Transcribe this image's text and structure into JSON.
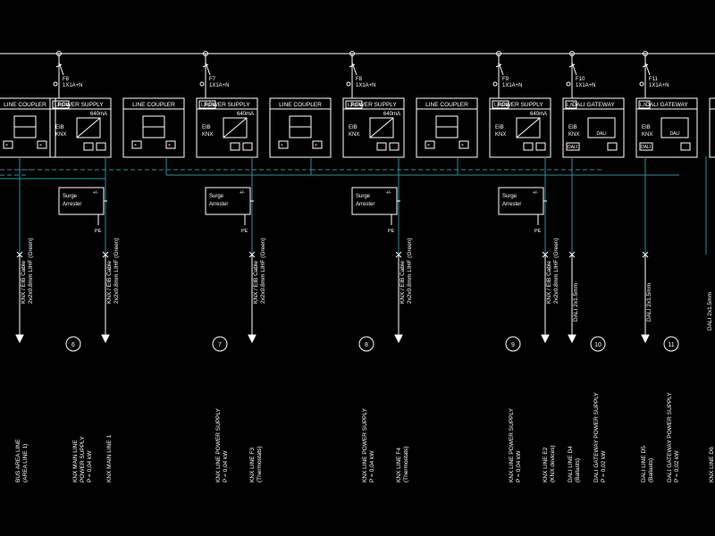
{
  "breakers": [
    {
      "id": "b-f8",
      "label": "F8",
      "rating": "1X1A+N"
    },
    {
      "id": "b-f7",
      "label": "F7",
      "rating": "1X1A+N"
    },
    {
      "id": "b-f8b",
      "label": "F8",
      "rating": "1X1A+N"
    },
    {
      "id": "b-f9",
      "label": "F9",
      "rating": "1X1A+N"
    },
    {
      "id": "b-f10",
      "label": "F10",
      "rating": "1X1A+N"
    },
    {
      "id": "b-f11",
      "label": "F11",
      "rating": "1X1A+N"
    }
  ],
  "modules": [
    {
      "type": "coupler",
      "title": "LINE COUPLER"
    },
    {
      "type": "power",
      "title": "POWER SUPPLY",
      "sub": "640mA",
      "inLabel": "L,N,PE"
    },
    {
      "type": "coupler",
      "title": "LINE COUPLER"
    },
    {
      "type": "power",
      "title": "POWER SUPPLY",
      "sub": "640mA",
      "inLabel": "L,N,PE"
    },
    {
      "type": "coupler",
      "title": "LINE COUPLER"
    },
    {
      "type": "power",
      "title": "POWER SUPPLY",
      "sub": "640mA",
      "inLabel": "L,N,PE"
    },
    {
      "type": "coupler",
      "title": "LINE COUPLER"
    },
    {
      "type": "power",
      "title": "POWER SUPPLY",
      "sub": "640mA",
      "inLabel": "L,N,PE"
    },
    {
      "type": "dali",
      "title": "DALI GATEWAY",
      "inLabel": "L,N"
    },
    {
      "type": "dali",
      "title": "DALI GATEWAY",
      "inLabel": "L,N"
    },
    {
      "type": "power",
      "title": "POW"
    }
  ],
  "module_labels": {
    "eib": "EIB",
    "knx": "KNX",
    "dali": "DALI",
    "dali_box": "DALI"
  },
  "surge": {
    "line1": "Surge",
    "line2": "Arrester",
    "pe": "PE",
    "pm": "+/-"
  },
  "cables": {
    "knx": "KNX / EIB Cable",
    "knx_spec": "2x2x0.8mm LIHF (Green)",
    "dali": "DALI 2x1.5mm",
    "dali_cont": "DALI 2x1.5mm"
  },
  "circuits": [
    {
      "num": "6"
    },
    {
      "num": "7"
    },
    {
      "num": "8"
    },
    {
      "num": "9"
    },
    {
      "num": "10"
    },
    {
      "num": "11"
    }
  ],
  "descriptions": [
    {
      "id": "d1",
      "lines": [
        "BUS AREA LINE",
        "(AREA LINE 1)"
      ]
    },
    {
      "id": "d2",
      "lines": [
        "KNX MAIN LINE",
        "POWER SUPPLY",
        "P = 0,04 kW"
      ]
    },
    {
      "id": "d3",
      "lines": [
        "KNX MAIN LINE 1"
      ]
    },
    {
      "id": "d4",
      "lines": [
        "KNX LINE POWER SUPPLY",
        "P = 0,04 kW"
      ]
    },
    {
      "id": "d5",
      "lines": [
        "KNX LINE F3",
        "(Thermostats)"
      ]
    },
    {
      "id": "d6",
      "lines": [
        "KNX LINE POWER SUPPLY",
        "P = 0,04 kW"
      ]
    },
    {
      "id": "d7",
      "lines": [
        "KNX LINE F4",
        "(Thermostats)"
      ]
    },
    {
      "id": "d8",
      "lines": [
        "KNX LINE POWER SUPPLY",
        "P = 0,04 kW"
      ]
    },
    {
      "id": "d9",
      "lines": [
        "KNX LINE E2",
        "(KNX devices)"
      ]
    },
    {
      "id": "d10",
      "lines": [
        "DALI LINE D4",
        "(Ballasts)"
      ]
    },
    {
      "id": "d11",
      "lines": [
        "DALI GATEWAY POWER SUPPLY",
        "P = 0,02 kW"
      ]
    },
    {
      "id": "d12",
      "lines": [
        "DALI LINE D5",
        "(Ballasts)"
      ]
    },
    {
      "id": "d13",
      "lines": [
        "DALI GATEWAY POWER SUPPLY",
        "P = 0,02 kW"
      ]
    },
    {
      "id": "d14",
      "lines": [
        "KNX LINE D6"
      ]
    }
  ],
  "colors": {
    "background": "#000000",
    "line": "#ffffff",
    "bus": "#2a8f9a"
  }
}
